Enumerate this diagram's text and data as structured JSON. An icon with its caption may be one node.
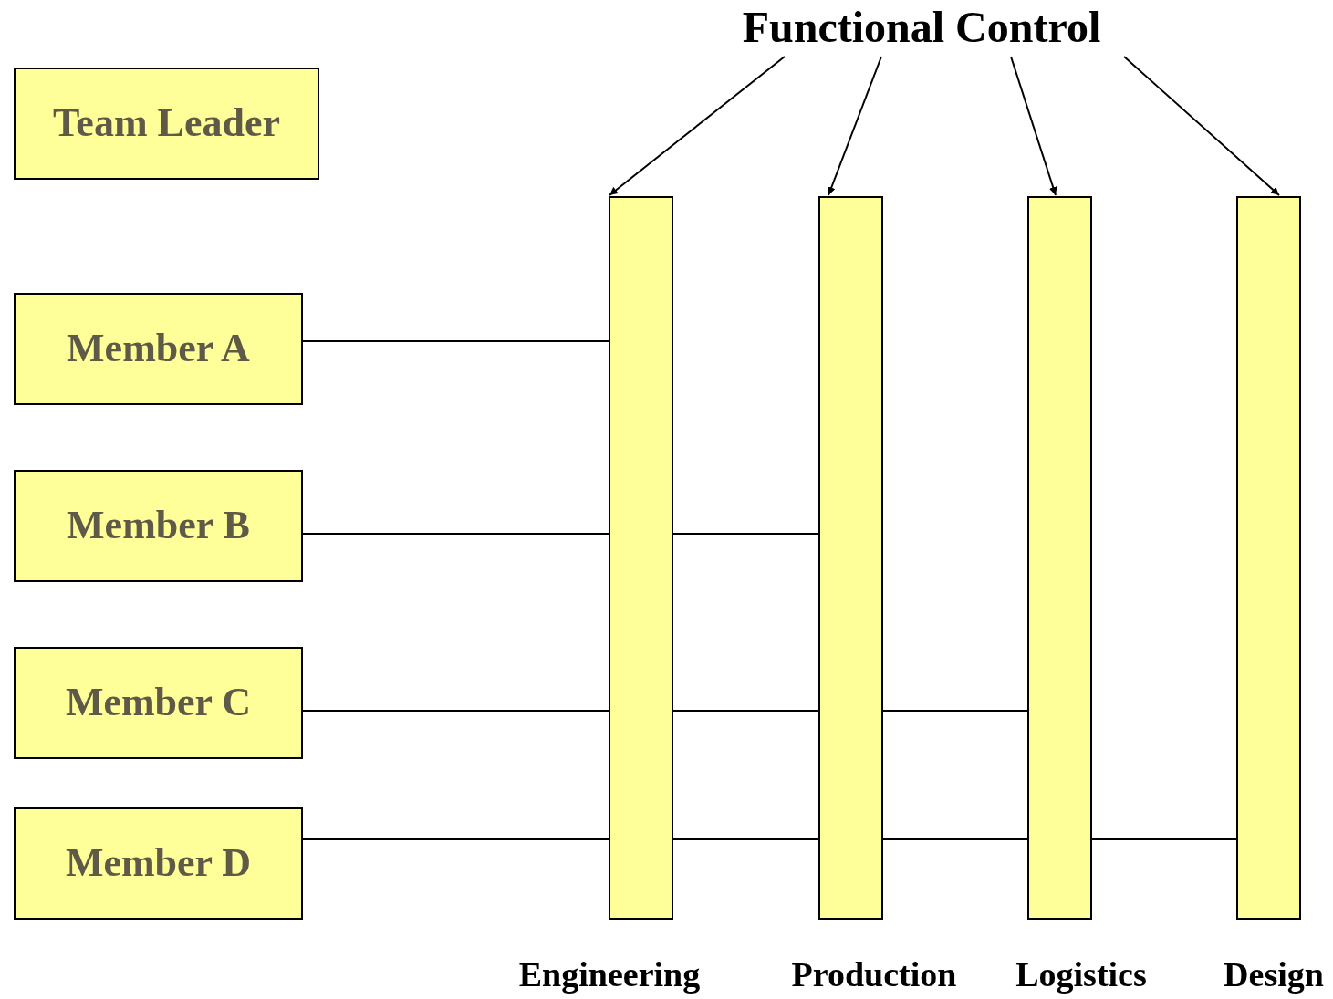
{
  "diagram": {
    "nodes": [
      {
        "text": [
          "Functional Control"
        ]
      },
      {
        "text": [
          "Team Leader"
        ]
      },
      {
        "text": [
          "Member A"
        ]
      },
      {
        "text": [
          "Member B"
        ]
      },
      {
        "text": [
          "Member C"
        ]
      },
      {
        "text": [
          "Member D"
        ]
      },
      {
        "text": [
          "Engineering"
        ]
      },
      {
        "text": [
          "Production"
        ]
      },
      {
        "text": [
          "Logistics"
        ]
      },
      {
        "text": [
          "Design"
        ]
      }
    ],
    "edges": [
      {
        "from": 0,
        "to": 6,
        "arrow": "to"
      },
      {
        "from": 0,
        "to": 7,
        "arrow": "to"
      },
      {
        "from": 0,
        "to": 8,
        "arrow": "to"
      },
      {
        "from": 0,
        "to": 9,
        "arrow": "to"
      },
      {
        "from": 2,
        "to": 6,
        "arrow": "none"
      },
      {
        "from": 3,
        "to": 6,
        "arrow": "none"
      },
      {
        "from": 6,
        "to": 7,
        "arrow": "none"
      },
      {
        "from": 4,
        "to": 6,
        "arrow": "none"
      },
      {
        "from": 6,
        "to": 7,
        "arrow": "none"
      },
      {
        "from": 7,
        "to": 8,
        "arrow": "none"
      },
      {
        "from": 5,
        "to": 6,
        "arrow": "none"
      },
      {
        "from": 6,
        "to": 7,
        "arrow": "none"
      },
      {
        "from": 7,
        "to": 8,
        "arrow": "none"
      },
      {
        "from": 8,
        "to": 9,
        "arrow": "none"
      }
    ]
  }
}
